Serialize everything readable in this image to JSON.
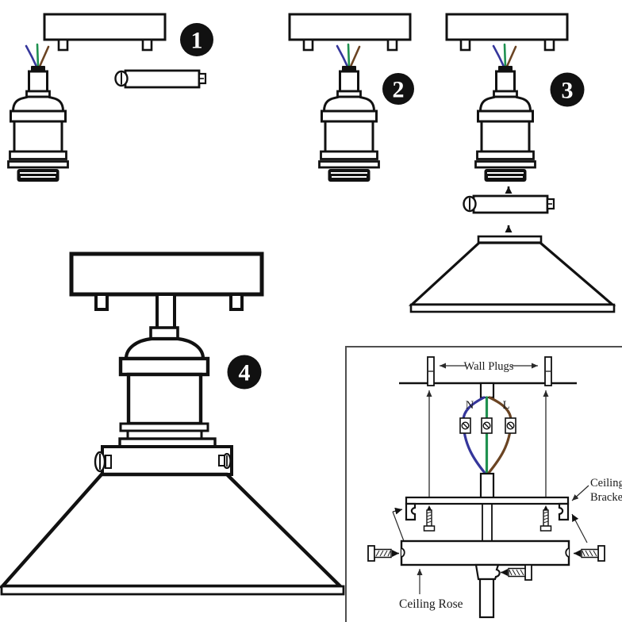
{
  "steps": [
    {
      "number": "1"
    },
    {
      "number": "2"
    },
    {
      "number": "3"
    },
    {
      "number": "4"
    }
  ],
  "wiring_diagram": {
    "wall_plugs_label": "Wall Plugs",
    "neutral_label": "N",
    "live_label": "L",
    "ceiling_bracket_label_line1": "Ceiling",
    "ceiling_bracket_label_line2": "Bracket",
    "ceiling_rose_label": "Ceiling Rose",
    "wires": [
      {
        "name": "neutral",
        "color": "#35369b"
      },
      {
        "name": "earth",
        "color": "#1f9150"
      },
      {
        "name": "live",
        "color": "#6b4423"
      }
    ]
  },
  "colors": {
    "line_black": "#111111",
    "badge_background": "#111111",
    "badge_text": "#ffffff",
    "annotation_line_gray": "#2a2a2a",
    "inset_border_gray": "#4f4f4f",
    "wire_neutral_blue": "#35369b",
    "wire_earth_green": "#1f9150",
    "wire_live_brown": "#6b4423"
  }
}
